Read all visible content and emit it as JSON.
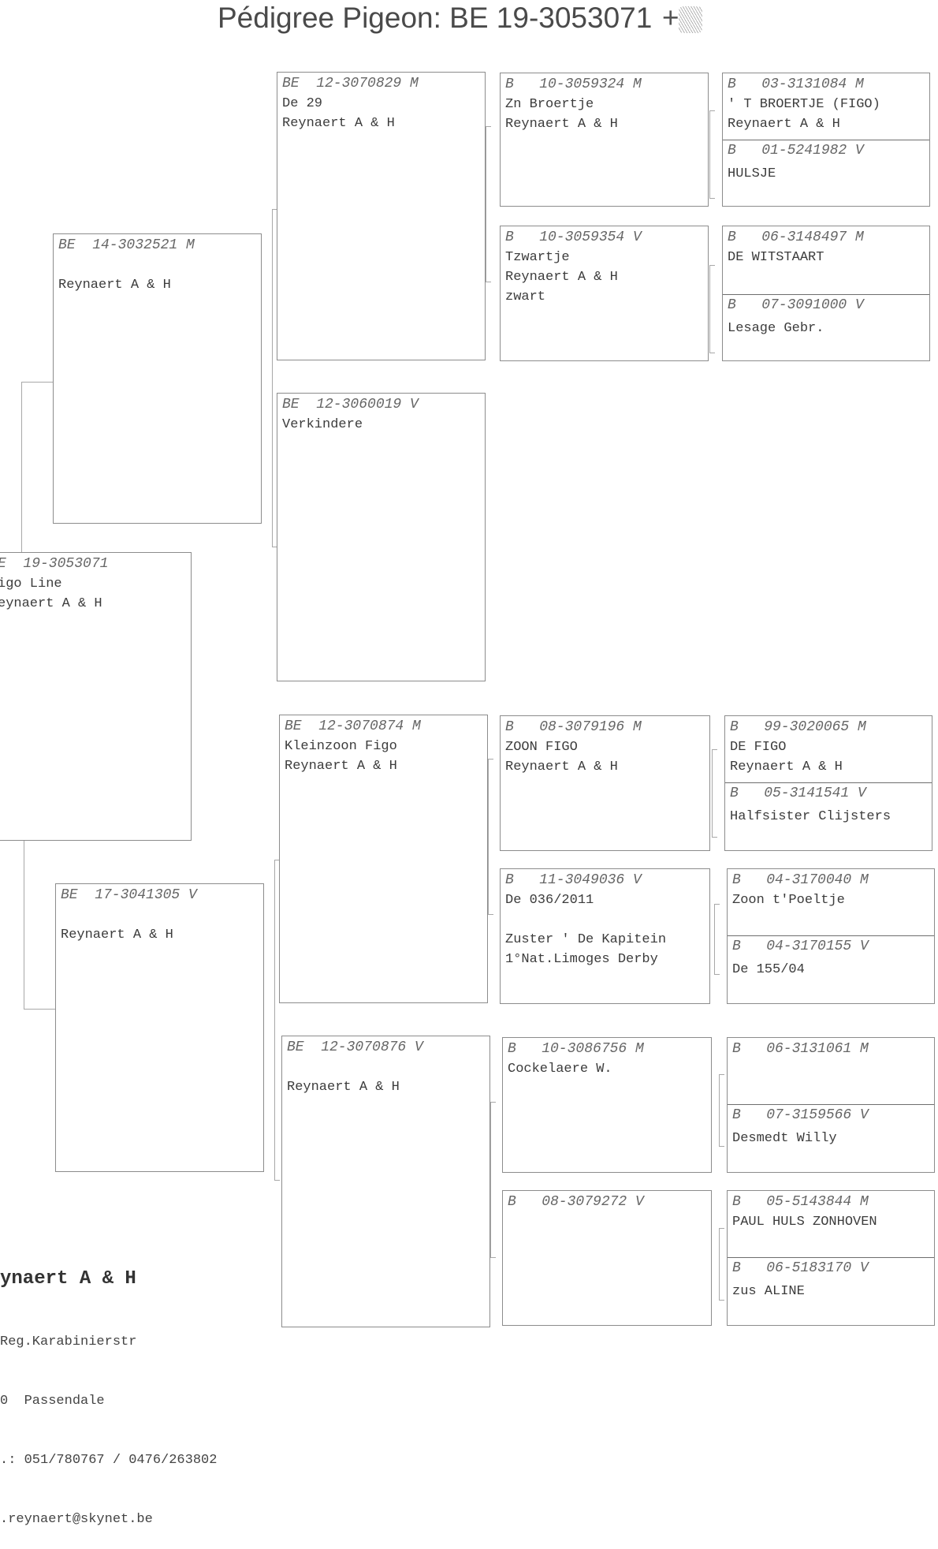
{
  "title": {
    "text": "Pédigree Pigeon: BE  19-3053071",
    "mark": "+"
  },
  "subject": {
    "ring": "E  19-3053071",
    "lines": [
      "igo Line",
      "eynaert A & H"
    ]
  },
  "parents": {
    "sire": {
      "ring": "BE  14-3032521 M",
      "lines": [
        "",
        "Reynaert A & H"
      ]
    },
    "dam": {
      "ring": "BE  17-3041305 V",
      "lines": [
        "",
        "Reynaert A & H"
      ]
    }
  },
  "grandparents": {
    "ss": {
      "ring": "BE  12-3070829 M",
      "lines": [
        "De 29",
        "Reynaert A & H"
      ]
    },
    "sd": {
      "ring": "BE  12-3060019 V",
      "lines": [
        "Verkindere"
      ]
    },
    "ds": {
      "ring": "BE  12-3070874 M",
      "lines": [
        "Kleinzoon Figo",
        "Reynaert A & H"
      ]
    },
    "dd": {
      "ring": "BE  12-3070876 V",
      "lines": [
        "",
        "Reynaert A & H"
      ]
    }
  },
  "great_grandparents": {
    "sss": {
      "ring": "B   10-3059324 M",
      "lines": [
        "Zn Broertje",
        "Reynaert A & H"
      ]
    },
    "ssd": {
      "ring": "B   10-3059354 V",
      "lines": [
        "Tzwartje",
        "Reynaert A & H",
        "zwart"
      ]
    },
    "dss": {
      "ring": "B   08-3079196 M",
      "lines": [
        "ZOON FIGO",
        "Reynaert A & H"
      ]
    },
    "dsd": {
      "ring": "B   11-3049036 V",
      "lines": [
        "De 036/2011",
        "",
        "Zuster ' De Kapitein",
        "1°Nat.Limoges Derby"
      ]
    },
    "dds": {
      "ring": "B   10-3086756 M",
      "lines": [
        "Cockelaere W."
      ]
    },
    "ddd": {
      "ring": "B   08-3079272 V",
      "lines": []
    }
  },
  "gg_grandparents": {
    "ssss": {
      "ring": "B   03-3131084 M",
      "lines": [
        "' T BROERTJE (FIGO)",
        "Reynaert A & H"
      ]
    },
    "sssd": {
      "ring": "B   01-5241982 V",
      "lines": [
        "HULSJE"
      ]
    },
    "ssds": {
      "ring": "B   06-3148497 M",
      "lines": [
        "DE WITSTAART"
      ]
    },
    "ssdd": {
      "ring": "B   07-3091000 V",
      "lines": [
        "Lesage Gebr."
      ]
    },
    "dsss": {
      "ring": "B   99-3020065 M",
      "lines": [
        "DE FIGO",
        "Reynaert A & H"
      ]
    },
    "dssd": {
      "ring": "B   05-3141541 V",
      "lines": [
        "Halfsister Clijsters"
      ]
    },
    "dsds": {
      "ring": "B   04-3170040 M",
      "lines": [
        "Zoon t'Poeltje"
      ]
    },
    "dsdd": {
      "ring": "B   04-3170155 V",
      "lines": [
        "De 155/04"
      ]
    },
    "ddss": {
      "ring": "B   06-3131061 M",
      "lines": []
    },
    "ddsd": {
      "ring": "B   07-3159566 V",
      "lines": [
        "Desmedt Willy"
      ]
    },
    "ddds": {
      "ring": "B   05-5143844 M",
      "lines": [
        "PAUL HULS ZONHOVEN"
      ]
    },
    "dddd": {
      "ring": "B   06-5183170 V",
      "lines": [
        "zus ALINE"
      ]
    }
  },
  "footer": {
    "name": "ynaert A & H",
    "lines": [
      "Reg.Karabinierstr",
      "0  Passendale",
      ".: 051/780767 / 0476/263802",
      ".reynaert@skynet.be"
    ]
  }
}
